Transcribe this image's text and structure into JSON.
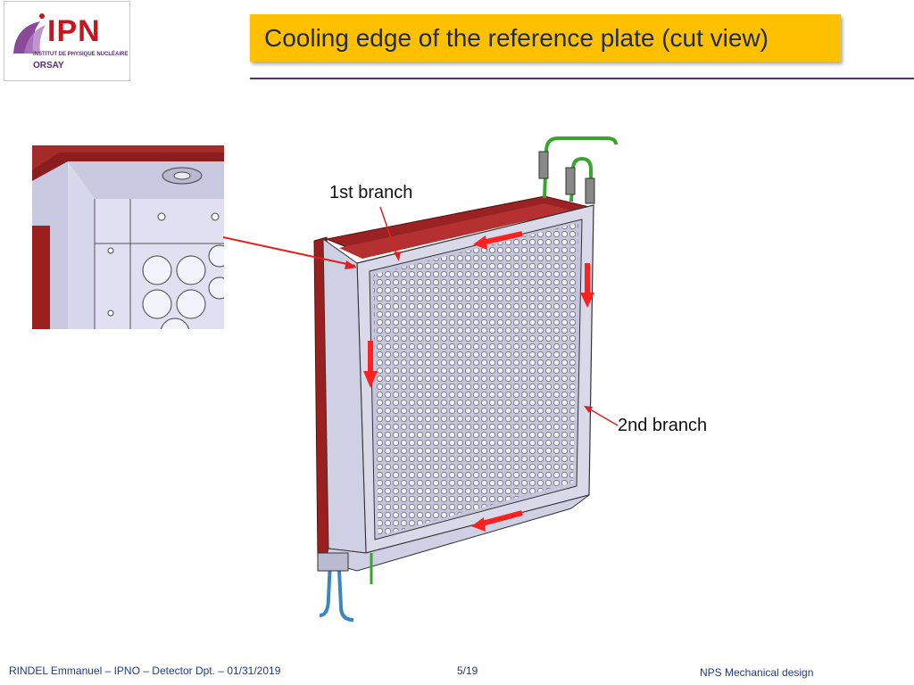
{
  "slide": {
    "title": "Cooling edge of the reference plate (cut view)",
    "logo": {
      "main": "IPN",
      "subtitle": "INSTITUT DE PHYSIQUE NUCLÉAIRE",
      "city": "ORSAY"
    },
    "labels": {
      "first_branch": "1st branch",
      "second_branch": "2nd branch"
    },
    "footer": {
      "author": "RINDEL Emmanuel – IPNO – Detector Dpt. – 01/31/2019",
      "page": "5/19",
      "project": "NPS Mechanical design"
    }
  }
}
